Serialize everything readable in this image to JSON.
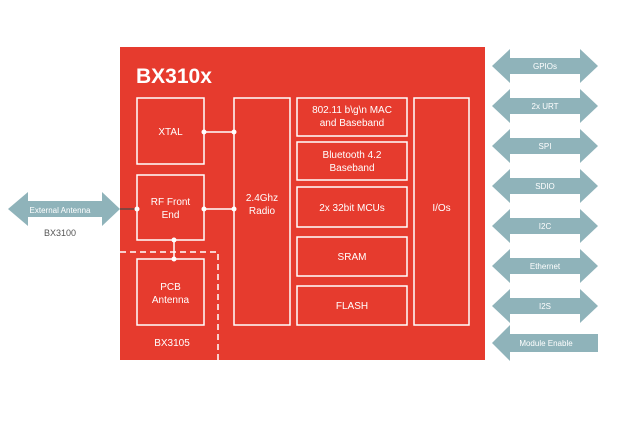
{
  "chip": {
    "title": "BX310x",
    "fill": "#e63b2e",
    "block_xtal": "XTAL",
    "block_rf_line1": "RF Front",
    "block_rf_line2": "End",
    "block_pcb_line1": "PCB",
    "block_pcb_line2": "Antenna",
    "pcb_variant_label": "BX3105",
    "radio_line1": "2.4Ghz",
    "radio_line2": "Radio",
    "wifi_line1": "802.11 b\\g\\n MAC",
    "wifi_line2": "and Baseband",
    "bt_line1": "Bluetooth 4.2",
    "bt_line2": "Baseband",
    "mcu": "2x 32bit MCUs",
    "sram": "SRAM",
    "flash": "FLASH",
    "io": "I/Os"
  },
  "external": {
    "antenna_label": "External Antenna",
    "antenna_variant_label": "BX3100"
  },
  "interfaces": {
    "color": "#8fb3ba",
    "items": [
      "GPIOs",
      "2x URT",
      "SPI",
      "SDIO",
      "I2C",
      "Ethernet",
      "I2S"
    ],
    "module_enable": "Module Enable"
  }
}
